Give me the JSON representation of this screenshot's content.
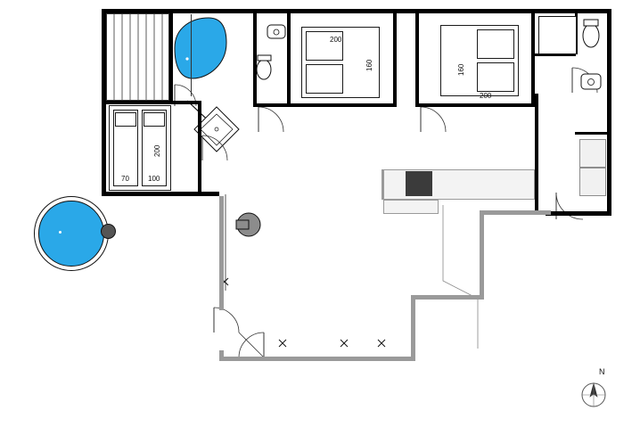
{
  "plan": {
    "title": "Holiday house floor plan",
    "dimension_labels": [
      {
        "id": "bed1-width",
        "text": "200"
      },
      {
        "id": "bed1-length",
        "text": "160"
      },
      {
        "id": "bed2-length",
        "text": "160"
      },
      {
        "id": "bed2-width",
        "text": "200"
      },
      {
        "id": "bunk-upper",
        "text": "200"
      },
      {
        "id": "bunk-left",
        "text": "70"
      },
      {
        "id": "bunk-right",
        "text": "100"
      }
    ],
    "compass": {
      "label": "N"
    },
    "colors": {
      "water": "#2aa8e8",
      "wall": "#000000",
      "wall_light": "#9a9a9a",
      "furniture_fill": "#e8e8e8",
      "hob": "#3b3b3b"
    },
    "features": [
      {
        "name": "whirlpool-tub",
        "shape": "ellipse",
        "color": "#2aa8e8"
      },
      {
        "name": "outdoor-pool",
        "shape": "circle",
        "color": "#2aa8e8"
      },
      {
        "name": "sauna",
        "shape": "rect"
      },
      {
        "name": "shower-cabin",
        "shape": "rect-diagonals"
      },
      {
        "name": "toilet",
        "shape": "oval"
      },
      {
        "name": "sink",
        "shape": "rounded-rect"
      },
      {
        "name": "kitchen-counter",
        "shape": "rect"
      },
      {
        "name": "cooktop",
        "shape": "rect-4-burner"
      },
      {
        "name": "kitchen-sink",
        "shape": "rect-with-tap"
      },
      {
        "name": "washing-machine",
        "shape": "square-circle"
      },
      {
        "name": "double-bed-left",
        "shape": "rect"
      },
      {
        "name": "double-bed-right",
        "shape": "rect"
      },
      {
        "name": "bunk-bed",
        "shape": "rect"
      },
      {
        "name": "stairs",
        "shape": "striped-rect"
      },
      {
        "name": "terrace-door",
        "shape": "swing-door"
      }
    ]
  }
}
